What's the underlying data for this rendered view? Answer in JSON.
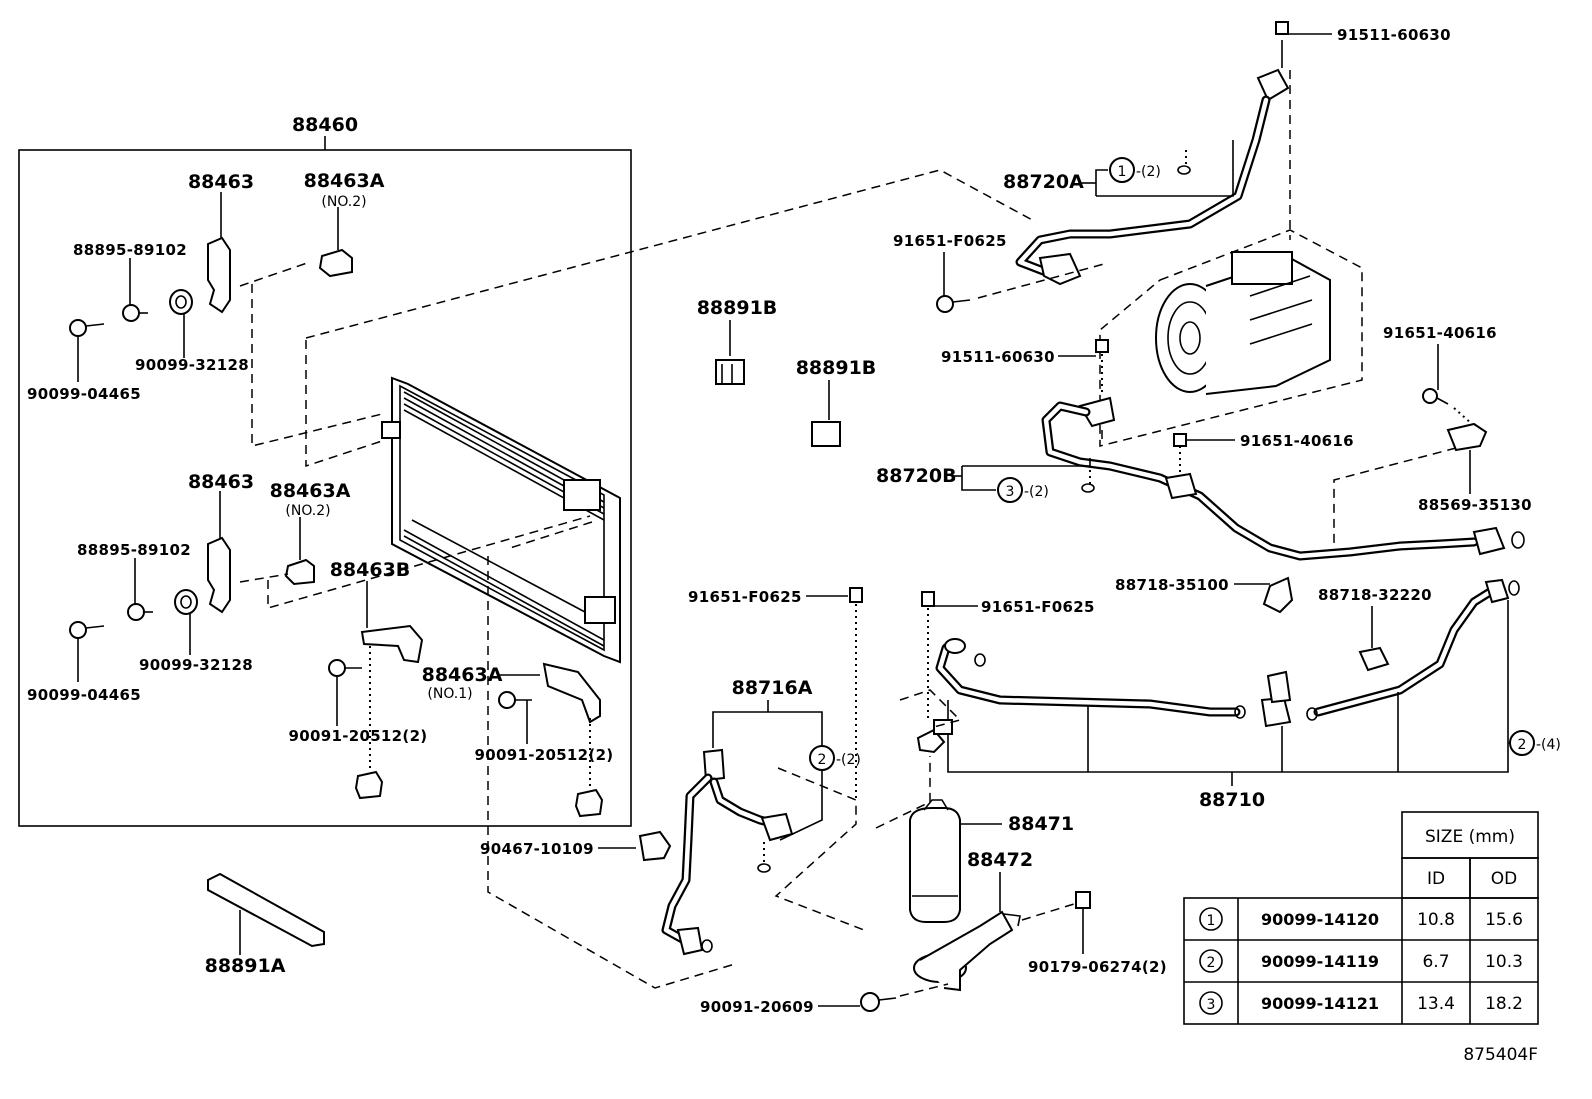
{
  "diagram_code": "875404F",
  "parts": {
    "p88460": "88460",
    "p88463_top": "88463",
    "p88463A_top": "88463A",
    "p88463A_top_note": "(NO.2)",
    "p88895_top": "88895-89102",
    "p90099_32128_top": "90099-32128",
    "p90099_04465_top": "90099-04465",
    "p88463_mid": "88463",
    "p88463A_mid": "88463A",
    "p88463A_mid_note": "(NO.2)",
    "p88895_mid": "88895-89102",
    "p88463B": "88463B",
    "p90099_32128_mid": "90099-32128",
    "p90099_04465_mid": "90099-04465",
    "p88463A_low": "88463A",
    "p88463A_low_note": "(NO.1)",
    "p90091_20512_a": "90091-20512(2)",
    "p90091_20512_b": "90091-20512(2)",
    "p88891A": "88891A",
    "p88891B_a": "88891B",
    "p88891B_b": "88891B",
    "p91511_60630_top": "91511-60630",
    "p88720A": "88720A",
    "p88720A_qty": "-(2)",
    "p91651_F0625_top": "91651-F0625",
    "p91511_60630_mid": "91511-60630",
    "p91651_40616_right": "91651-40616",
    "p91651_40616_mid": "91651-40616",
    "p88720B": "88720B",
    "p88720B_qty": "-(2)",
    "p88569": "88569-35130",
    "p88718_35100": "88718-35100",
    "p88718_32220": "88718-32220",
    "p91651_F0625_left": "91651-F0625",
    "p91651_F0625_right": "91651-F0625",
    "p88716A": "88716A",
    "p88716A_qty": "-(2)",
    "p88710": "88710",
    "p88710_qty": "-(4)",
    "p88471": "88471",
    "p88472": "88472",
    "p90467": "90467-10109",
    "p90179": "90179-06274(2)",
    "p90091_20609": "90091-20609"
  },
  "callouts": {
    "c1": "1",
    "c2": "2",
    "c3": "3"
  },
  "size_table": {
    "title": "SIZE (mm)",
    "col_id": "ID",
    "col_od": "OD",
    "rows": [
      {
        "ref": "1",
        "part": "90099-14120",
        "id": "10.8",
        "od": "15.6"
      },
      {
        "ref": "2",
        "part": "90099-14119",
        "id": "6.7",
        "od": "10.3"
      },
      {
        "ref": "3",
        "part": "90099-14121",
        "id": "13.4",
        "od": "18.2"
      }
    ]
  }
}
